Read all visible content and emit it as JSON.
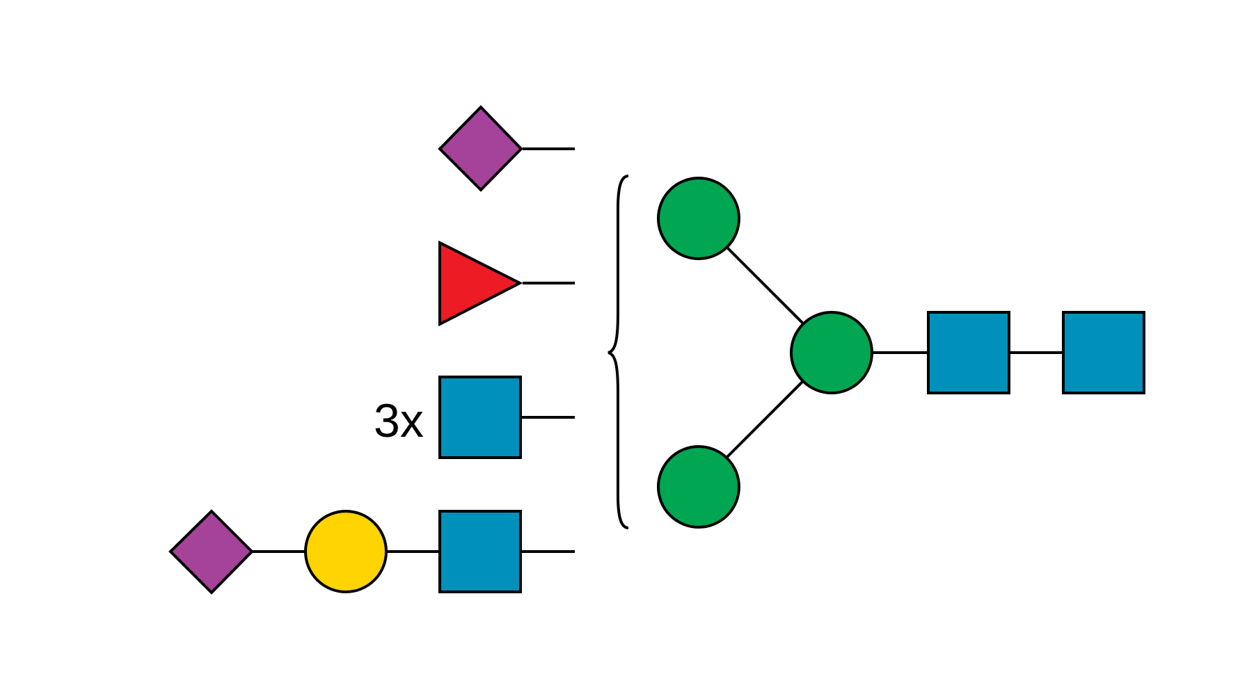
{
  "colors": {
    "background": "#ffffff",
    "line": "#000000",
    "sialic_acid": "#A5429A",
    "fucose": "#ED1C24",
    "glcnac": "#0090BC",
    "mannose": "#00A651",
    "galactose": "#FFD400"
  },
  "legend_symbols": {
    "row1": "purple-diamond",
    "row2": "red-triangle",
    "row3": "blue-square",
    "row4": [
      "purple-diamond",
      "yellow-circle",
      "blue-square"
    ]
  },
  "multiplier_label": "3x",
  "core": {
    "residues": [
      "green-circle",
      "green-circle",
      "green-circle",
      "blue-square",
      "blue-square"
    ]
  }
}
